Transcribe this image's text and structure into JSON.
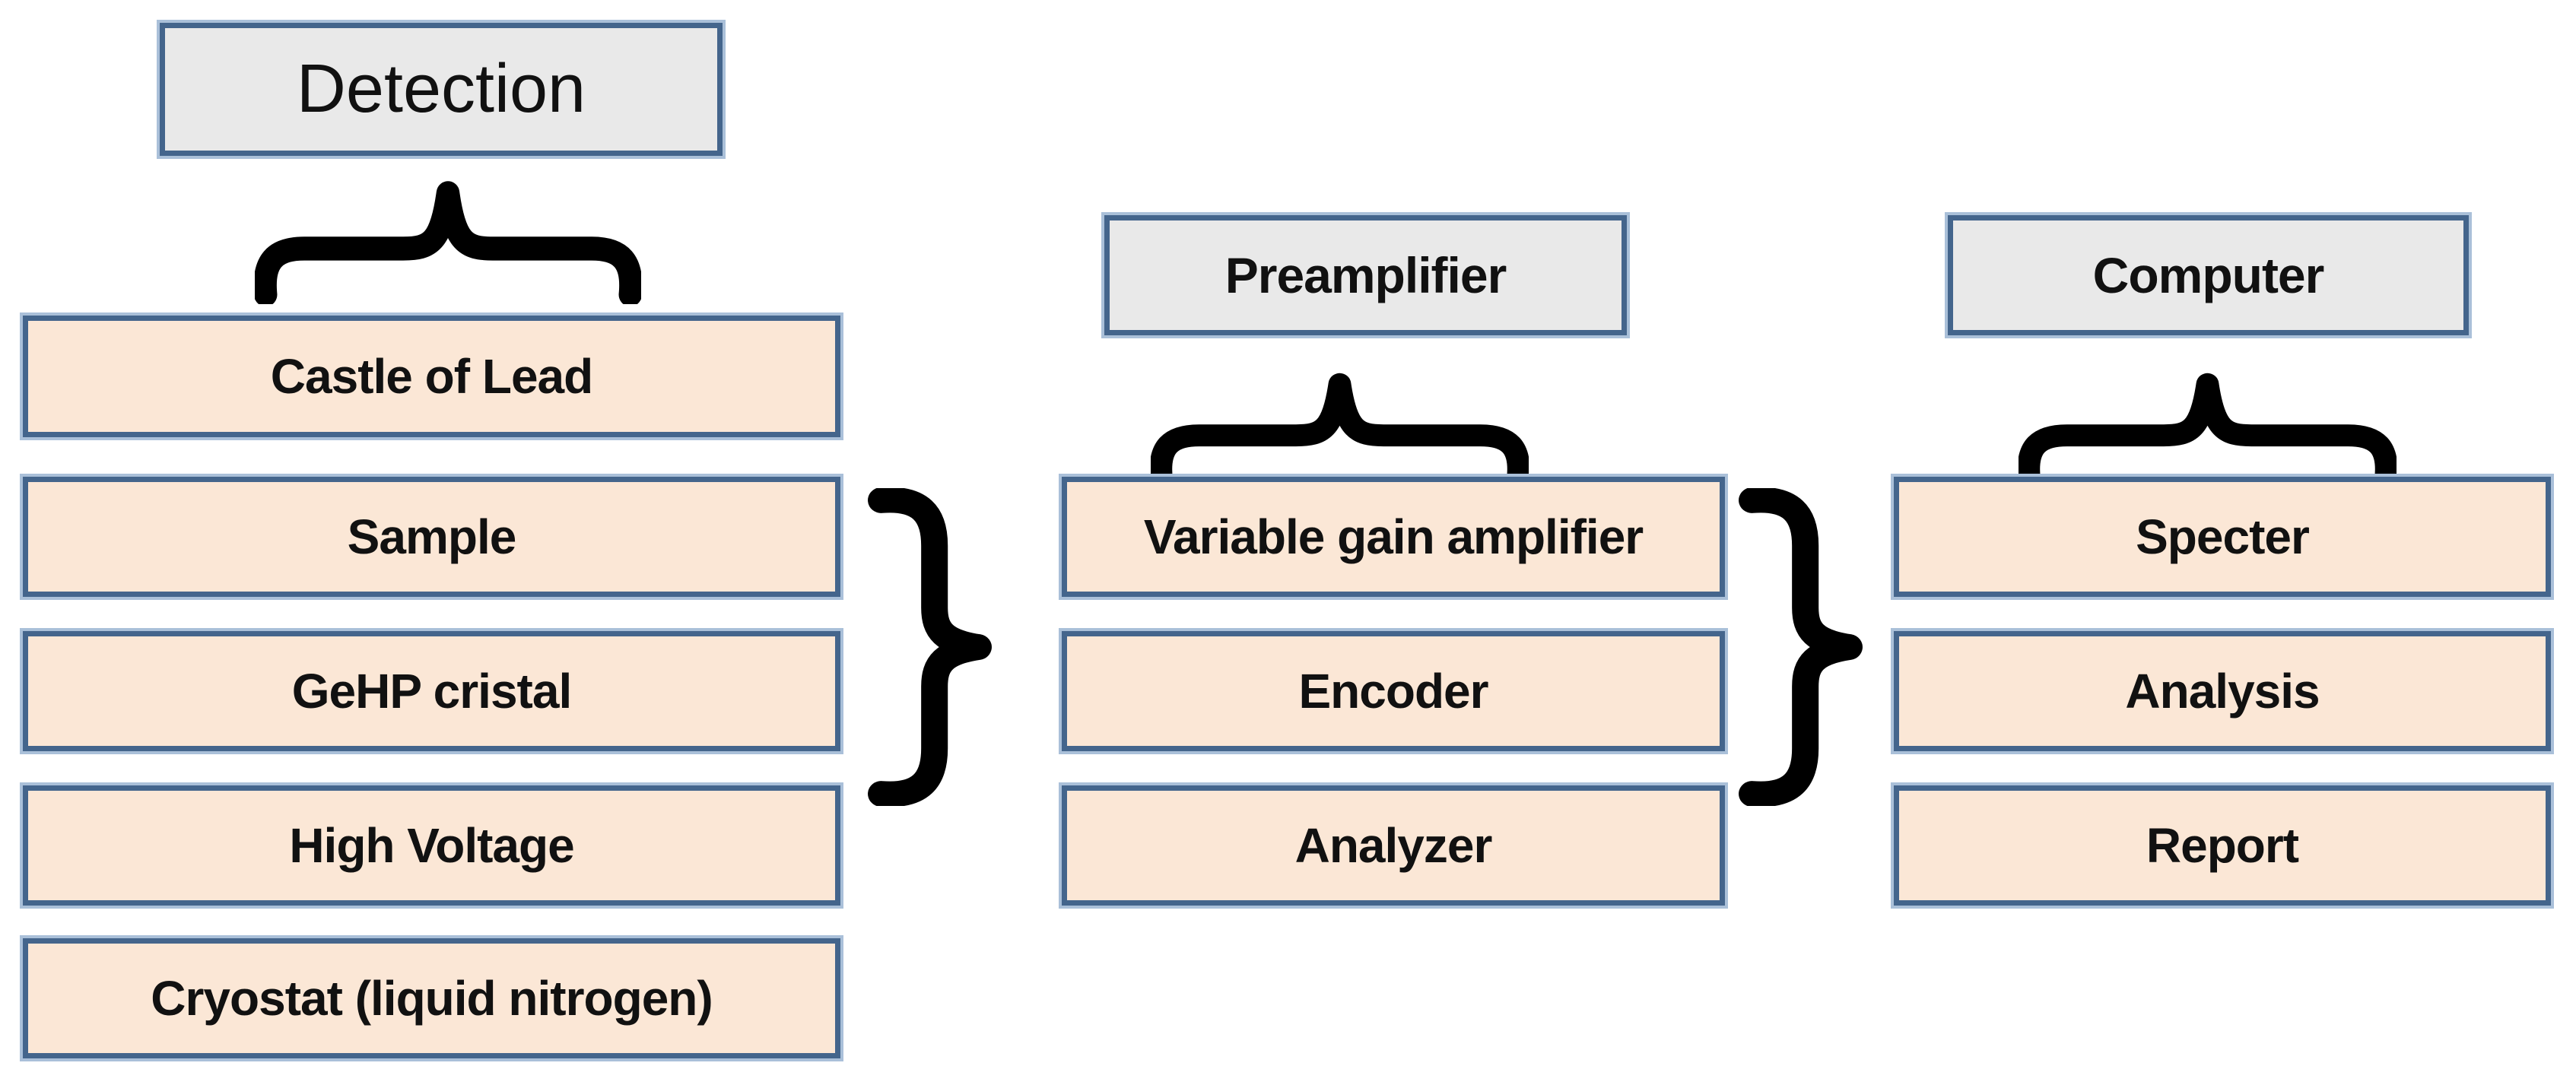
{
  "colors": {
    "background": "#ffffff",
    "box_fill": "#fbe7d6",
    "header_fill": "#e9e9e9",
    "border": "#44658c",
    "outer_edge": "#aac0d9",
    "brace": "#000000",
    "text": "#111111"
  },
  "groups": [
    {
      "header": "Detection",
      "items": [
        "Castle of Lead",
        "Sample",
        "GeHP cristal",
        "High Voltage",
        "Cryostat (liquid nitrogen)"
      ]
    },
    {
      "header": "Preamplifier",
      "items": [
        "Variable gain amplifier",
        "Encoder",
        "Analyzer"
      ]
    },
    {
      "header": "Computer",
      "items": [
        "Specter",
        "Analysis",
        "Report"
      ]
    }
  ]
}
